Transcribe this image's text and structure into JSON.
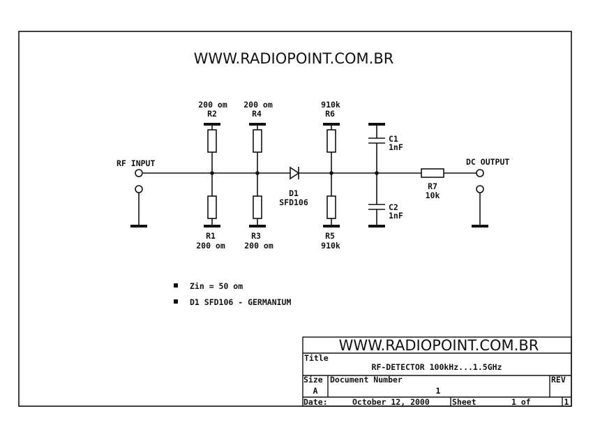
{
  "header_url": "WWW.RADIOPOINT.COM.BR",
  "labels": {
    "rf_input": "RF INPUT",
    "dc_output": "DC OUTPUT"
  },
  "components": {
    "R1": {
      "ref": "R1",
      "value": "200 om"
    },
    "R2": {
      "ref": "R2",
      "value": "200 om"
    },
    "R3": {
      "ref": "R3",
      "value": "200 om"
    },
    "R4": {
      "ref": "R4",
      "value": "200 om"
    },
    "R5": {
      "ref": "R5",
      "value": "910k"
    },
    "R6": {
      "ref": "R6",
      "value": "910k"
    },
    "R7": {
      "ref": "R7",
      "value": "10k"
    },
    "C1": {
      "ref": "C1",
      "value": "1nF"
    },
    "C2": {
      "ref": "C2",
      "value": "1nF"
    },
    "D1": {
      "ref": "D1",
      "value": "SFD106"
    }
  },
  "notes": [
    "Zin = 50 om",
    "D1 SFD106 - GERMANIUM"
  ],
  "title_block": {
    "url": "WWW.RADIOPOINT.COM.BR",
    "title_label": "Title",
    "title": "RF-DETECTOR 100kHz...1.5GHz",
    "size_label": "Size",
    "size": "A",
    "docnum_label": "Document Number",
    "docnum": "1",
    "rev_label": "REV",
    "date_label": "Date:",
    "date": "October 12, 2000",
    "sheet_label": "Sheet",
    "sheet": "1 of",
    "sheet_total": "1"
  }
}
